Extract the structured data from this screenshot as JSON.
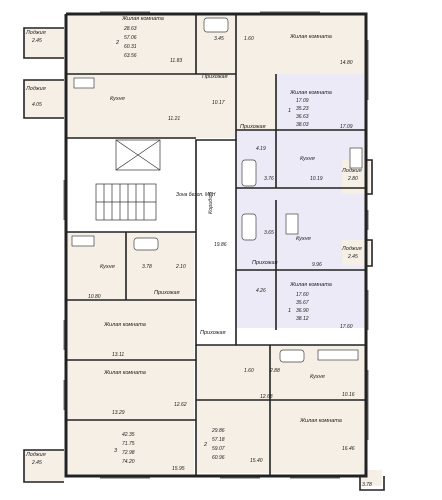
{
  "colors": {
    "apartment_fill": "#f5efe6",
    "highlight_fill": "#ebeaf6",
    "common_fill": "#ffffff",
    "wall": "#222222"
  },
  "rooms": {
    "top_left_living": {
      "name": "Жилая комната",
      "area": "11.83"
    },
    "top_left_loggia": {
      "name": "Лоджия",
      "area": "2.45"
    },
    "top_left_kitchen": {
      "name": "Кухня",
      "area": "11.21"
    },
    "top_left_loggia2": {
      "name": "Лоджия",
      "area": "4.05"
    },
    "top_left_hall": {
      "name": "Прихожая",
      "area": "10.17"
    },
    "top_bath1": {
      "area": "3.45"
    },
    "top_bath2": {
      "area": "1.60"
    },
    "top_right_living": {
      "name": "Жилая комната",
      "area": "14.80"
    },
    "right_living1": {
      "name": "Жилая комната",
      "area": "17.09"
    },
    "right_hall1": {
      "name": "Прихожая",
      "area": "4.19"
    },
    "right_bath1": {
      "area": "3.76"
    },
    "right_kitchen1": {
      "name": "Кухня",
      "area": "10.19"
    },
    "right_loggia1": {
      "name": "Лоджия",
      "area": "2.80"
    },
    "corridor": {
      "name": "Коридор",
      "area": "19.86"
    },
    "safe_zone": {
      "name": "Зона безоп. МГН"
    },
    "right_bath2": {
      "area": "3.65"
    },
    "right_kitchen2": {
      "name": "Кухня",
      "area": "9.96"
    },
    "right_hall2": {
      "name": "Прихожая",
      "area": "4.26"
    },
    "right_loggia2": {
      "name": "Лоджия",
      "area": "2.45"
    },
    "right_living2": {
      "name": "Жилая комната",
      "area": "17.60"
    },
    "left_kitchen": {
      "name": "Кухня",
      "area": "10.80"
    },
    "left_bath1": {
      "area": "3.78"
    },
    "left_bath2": {
      "area": "2.10"
    },
    "left_hall": {
      "name": "Прихожая",
      "area": "12.62"
    },
    "left_living1": {
      "name": "Жилая комната",
      "area": "13.11"
    },
    "left_living2": {
      "name": "Жилая комната",
      "area": "13.29"
    },
    "left_bottom_room": {
      "area": "15.95"
    },
    "left_loggia": {
      "name": "Лоджия",
      "area": "2.45"
    },
    "center_hall": {
      "name": "Прихожая",
      "area": "15.40"
    },
    "bottom_bath1": {
      "area": "1.60"
    },
    "bottom_bath2": {
      "area": "2.88"
    },
    "bottom_hall": {
      "area": "12.68"
    },
    "bottom_kitchen": {
      "name": "Кухня",
      "area": "10.16"
    },
    "bottom_living": {
      "name": "Жилая комната",
      "area": "16.46"
    },
    "bottom_loggia": {
      "area": "3.78"
    }
  },
  "apartments": {
    "top_left": {
      "rooms": "2",
      "areas": [
        "28.63",
        "57.06",
        "60.31",
        "63.56"
      ]
    },
    "right_top": {
      "rooms": "1",
      "areas": [
        "17.09",
        "35.23",
        "36.63",
        "38.03"
      ]
    },
    "right_bottom": {
      "rooms": "1",
      "areas": [
        "17.60",
        "35.67",
        "36.90",
        "38.12"
      ]
    },
    "left_bottom": {
      "rooms": "3",
      "areas": [
        "42.35",
        "71.75",
        "72.98",
        "74.20"
      ]
    },
    "bottom_center": {
      "rooms": "2",
      "areas": [
        "29.86",
        "57.18",
        "59.07",
        "60.96"
      ]
    }
  }
}
